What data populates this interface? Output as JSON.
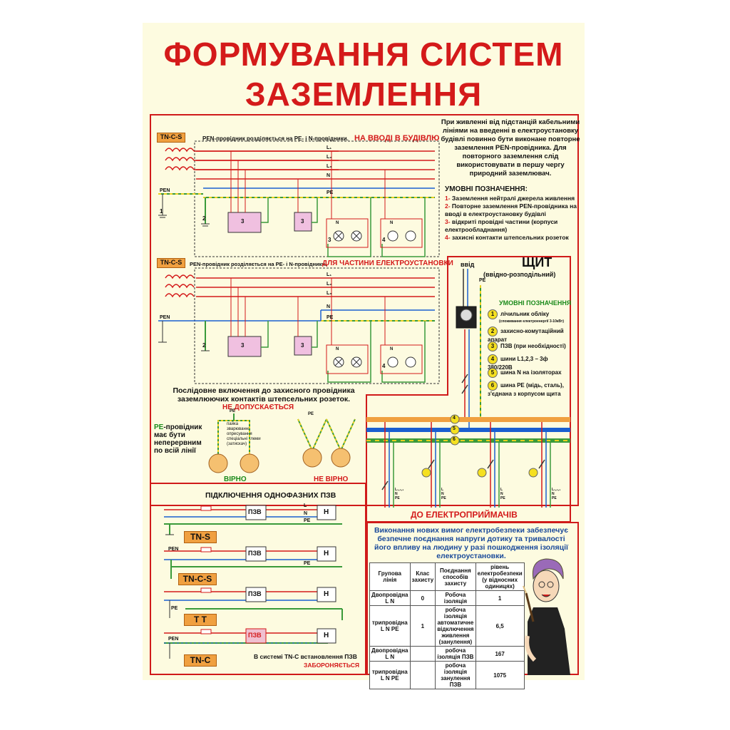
{
  "title": {
    "line1": "ФОРМУВАННЯ СИСТЕМ",
    "line2": "ЗАЗЕМЛЕННЯ"
  },
  "diagram1": {
    "badge": "TN-C-S",
    "caption": "PEN-провідник розділяється на PE- і N-провідники.",
    "heading": "НА ВВОДІ В БУДІВЛЮ",
    "labels": {
      "pen": "PEN",
      "l1": "L₁",
      "l2": "L₂",
      "l3": "L₃",
      "n": "N",
      "pe": "PE",
      "n1": "1",
      "n2": "2",
      "n3": "3",
      "n3b": "3",
      "n4": "4",
      "n3c": "3",
      "nn1": "N",
      "nn2": "N"
    }
  },
  "diagram2": {
    "badge": "TN-C-S",
    "caption": "PEN-провідник розділяється на PE- і N-провідники.",
    "heading": "ДЛЯ ЧАСТИНИ ЕЛЕКТРОУСТАНОВКИ",
    "labels": {
      "pen": "PEN",
      "l1": "L₁",
      "l2": "L₂",
      "l3": "L₃",
      "n": "N",
      "pe": "PE",
      "n2": "2",
      "n3": "3",
      "n3b": "3",
      "n4": "4",
      "nn1": "N",
      "nn2": "N"
    }
  },
  "info": {
    "text": "При живленні від підстанцій кабельними лініями на введенні в електроустановку будівлі повинно бути виконане повторне заземлення PEN-провідника. Для повторного заземлення слід використовувати в першу чергу природний заземлювач.",
    "legend_title": "УМОВНІ ПОЗНАЧЕННЯ:",
    "legend": [
      {
        "num": "1-",
        "text": " Заземлення нейтралі джерела живлення"
      },
      {
        "num": "2-",
        "text": " Повторне заземлення PEN-провідника на вводі в електроустановку будівлі"
      },
      {
        "num": "3-",
        "text": " відкриті провідні частини (корпуси електрообладнання)"
      },
      {
        "num": "4-",
        "text": " захисні контакти штепсельних розеток"
      }
    ]
  },
  "shield": {
    "title": "ЩИТ",
    "subtitle": "(ввідно-розподільний)",
    "input_label": "ввід",
    "pe_label": "PE",
    "legend_title": "УМОВНІ ПОЗНАЧЕННЯ",
    "legend": [
      {
        "num": "1",
        "text": "лічильник обліку",
        "sub": "(споживання електроенергії 3-10кВт)"
      },
      {
        "num": "2",
        "text": "захисно-комутаційний апарат",
        "sub": ""
      },
      {
        "num": "3",
        "text": "ПЗВ (при необхідності)",
        "sub": ""
      },
      {
        "num": "4",
        "text": "шини L1,2,3 – 3ф 380/220В",
        "sub": ""
      },
      {
        "num": "5",
        "text": "шина N на ізоляторах",
        "sub": ""
      },
      {
        "num": "6",
        "text": "шина PE (мідь, сталь), з'єднана з корпусом щита",
        "sub": ""
      }
    ],
    "bus_nums": [
      "4",
      "5",
      "6"
    ],
    "bottom_caption": "ДО ЕЛЕКТРОПРИЙМАЧІВ",
    "line_labels": [
      "L₁,₂,₃",
      "N",
      "PE"
    ],
    "line_labels2": [
      "L",
      "N",
      "PE"
    ],
    "line_labels3": [
      "L",
      "N",
      "PE"
    ],
    "line_labels4": [
      "L₁,₂,₃",
      "N",
      "PE"
    ]
  },
  "sockets": {
    "heading": "Послідовне включення до захисного провідника заземлюючих контактів штепсельних розеток.",
    "warning": "НЕ ДОПУСКАЄТЬСЯ",
    "pe_note_pe": "PE",
    "pe_note": "-провідник має бути неперервним по всій лінії",
    "key": [
      "пайка",
      "зварювання",
      "опресування",
      "спеціальні клеми",
      "(затискач)"
    ],
    "pe_tag1": "PE",
    "pe_tag2": "PE",
    "correct": "ВІРНО",
    "wrong": "НЕ ВІРНО"
  },
  "rcd": {
    "heading": "ПІДКЛЮЧЕННЯ ОДНОФАЗНИХ ПЗВ",
    "device": "ПЗВ",
    "load": "H",
    "systems": [
      "TN-S",
      "TN-C-S",
      "T T",
      "TN-C"
    ],
    "wire_labels": {
      "l": "L",
      "n": "N",
      "pe": "PE",
      "pen": "PEN"
    },
    "note": "В системі TN-C встановлення ПЗВ",
    "forbidden": "ЗАБОРОНЯЄТЬСЯ"
  },
  "safety": {
    "text": "Виконання нових вимог електробезпеки забезпечує безпечне поєднання напруги дотику та тривалості його впливу на людину у разі пошкодження ізоляції електроустановки.",
    "table": {
      "headers": [
        "Групова лінія",
        "Клас захисту",
        "Поєднання способів захисту",
        "рівень електробезпеки (у відносних одиницях)"
      ],
      "rows": [
        [
          "Двопровідна L N",
          "0",
          "Робоча ізоляція",
          "1"
        ],
        [
          "трипровідна L N PE",
          "1",
          "робоча ізоляція автоматичне відключення живлення (занулення)",
          "6,5"
        ],
        [
          "Двопровідна L N",
          "",
          "робоча ізоляція ПЗВ",
          "167"
        ],
        [
          "трипровідна L N PE",
          "",
          "робоча ізоляція занулення ПЗВ",
          "1075"
        ]
      ]
    }
  },
  "colors": {
    "frame": "#d01a1a",
    "title": "#d41a1a",
    "phase": "#d41a1a",
    "neutral": "#1a5fd0",
    "pe": "#3a9a3a",
    "pe_yellow": "#e8d020",
    "bus_orange": "#f0a040",
    "background": "#fdfbe0"
  }
}
